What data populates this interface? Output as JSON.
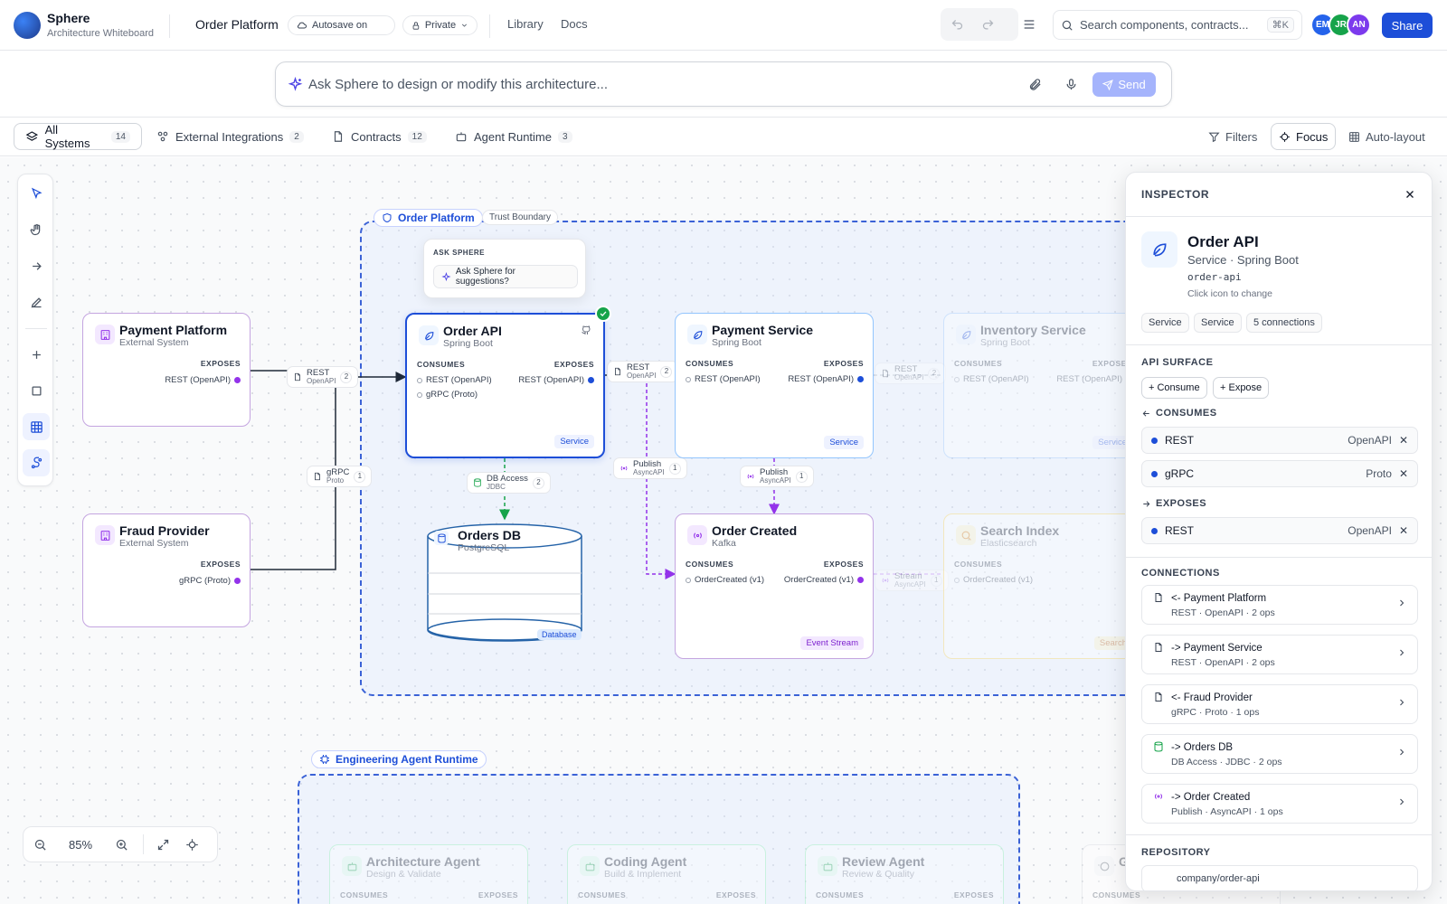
{
  "app": {
    "name": "Sphere",
    "subtitle": "Architecture Whiteboard",
    "project": "Order Platform",
    "autosave": "Autosave on",
    "visibility": "Private"
  },
  "nav": {
    "library": "Library",
    "docs": "Docs"
  },
  "search": {
    "placeholder": "Search components, contracts...",
    "shortcut": "⌘K"
  },
  "avatars": [
    {
      "initials": "EM",
      "color": "#2563eb"
    },
    {
      "initials": "JR",
      "color": "#16a34a"
    },
    {
      "initials": "AN",
      "color": "#7c3aed"
    }
  ],
  "share_label": "Share",
  "ask": {
    "placeholder": "Ask Sphere to design or modify this architecture...",
    "send": "Send"
  },
  "filters": {
    "tabs": [
      {
        "label": "All Systems",
        "count": "14"
      },
      {
        "label": "External Integrations",
        "count": "2"
      },
      {
        "label": "Contracts",
        "count": "12"
      },
      {
        "label": "Agent Runtime",
        "count": "3"
      }
    ],
    "filters_label": "Filters",
    "focus_label": "Focus",
    "autolayout_label": "Auto-layout"
  },
  "zoom": {
    "level": "85%"
  },
  "canvas": {
    "group_order": {
      "label": "Order Platform",
      "badge": "Trust Boundary"
    },
    "group_agents": {
      "label": "Engineering Agent Runtime"
    },
    "ask_popup": {
      "title": "ASK SPHERE",
      "button": "Ask Sphere for suggestions?"
    },
    "labels": {
      "consumes": "CONSUMES",
      "exposes": "EXPOSES"
    },
    "nodes": {
      "payment_platform": {
        "title": "Payment Platform",
        "sub": "External System",
        "expose": "REST  (OpenAPI)"
      },
      "fraud_provider": {
        "title": "Fraud Provider",
        "sub": "External System",
        "expose": "gRPC  (Proto)"
      },
      "order_api": {
        "title": "Order API",
        "sub": "Spring Boot",
        "consume1": "REST  (OpenAPI)",
        "consume2": "gRPC  (Proto)",
        "expose": "REST  (OpenAPI)",
        "type": "Service"
      },
      "payment_service": {
        "title": "Payment Service",
        "sub": "Spring Boot",
        "consume": "REST  (OpenAPI)",
        "expose": "REST  (OpenAPI)",
        "type": "Service"
      },
      "inventory_service": {
        "title": "Inventory Service",
        "sub": "Spring Boot",
        "consume": "REST  (OpenAPI)",
        "expose": "REST  (OpenAPI)",
        "type": "Service"
      },
      "orders_db": {
        "title": "Orders DB",
        "sub": "PostgreSQL",
        "type": "Database"
      },
      "order_created": {
        "title": "Order Created",
        "sub": "Kafka",
        "consume": "OrderCreated  (v1)",
        "expose": "OrderCreated  (v1)",
        "type": "Event Stream"
      },
      "search_index": {
        "title": "Search Index",
        "sub": "Elasticsearch",
        "consume": "OrderCreated  (v1)",
        "type": "Search"
      },
      "architecture_agent": {
        "title": "Architecture Agent",
        "sub": "Design & Validate"
      },
      "coding_agent": {
        "title": "Coding Agent",
        "sub": "Build & Implement"
      },
      "review_agent": {
        "title": "Review Agent",
        "sub": "Review & Quality"
      },
      "fourth_agent": {
        "title": "G"
      }
    },
    "edges": {
      "rest1": {
        "main": "REST",
        "sub": "OpenAPI",
        "count": "2"
      },
      "grpc": {
        "main": "gRPC",
        "sub": "Proto",
        "count": "1"
      },
      "rest2": {
        "main": "REST",
        "sub": "OpenAPI",
        "count": "2"
      },
      "rest3": {
        "main": "REST",
        "sub": "OpenAPI",
        "count": "2"
      },
      "db": {
        "main": "DB Access",
        "sub": "JDBC",
        "count": "2"
      },
      "pub1": {
        "main": "Publish",
        "sub": "AsyncAPI",
        "count": "1"
      },
      "pub2": {
        "main": "Publish",
        "sub": "AsyncAPI",
        "count": "1"
      },
      "stream": {
        "main": "Stream",
        "sub": "AsyncAPI",
        "count": "1"
      }
    }
  },
  "inspector": {
    "header": "INSPECTOR",
    "title": "Order API",
    "kind": "Service · Spring Boot",
    "id": "order-api",
    "hint": "Click icon to change",
    "chips": [
      "Service",
      "Service",
      "5 connections"
    ],
    "api_surface": "API SURFACE",
    "add_consume": "+ Consume",
    "add_expose": "+ Expose",
    "consumes_label": "CONSUMES",
    "exposes_label": "EXPOSES",
    "consumes": [
      {
        "name": "REST",
        "format": "OpenAPI"
      },
      {
        "name": "gRPC",
        "format": "Proto"
      }
    ],
    "exposes": [
      {
        "name": "REST",
        "format": "OpenAPI"
      }
    ],
    "connections_label": "CONNECTIONS",
    "connections": [
      {
        "title": "<- Payment Platform",
        "sub": "REST · OpenAPI · 2 ops"
      },
      {
        "title": "-> Payment Service",
        "sub": "REST · OpenAPI · 2 ops"
      },
      {
        "title": "<- Fraud Provider",
        "sub": "gRPC · Proto · 1 ops"
      },
      {
        "title": "-> Orders DB",
        "sub": "DB Access · JDBC · 2 ops"
      },
      {
        "title": "-> Order Created",
        "sub": "Publish · AsyncAPI · 1 ops"
      }
    ],
    "repository_label": "REPOSITORY",
    "repository": "company/order-api"
  },
  "colors": {
    "accent": "#1d4ed8",
    "external": "#c4a5e0",
    "event": "#9333ea",
    "db": "#16a34a"
  }
}
